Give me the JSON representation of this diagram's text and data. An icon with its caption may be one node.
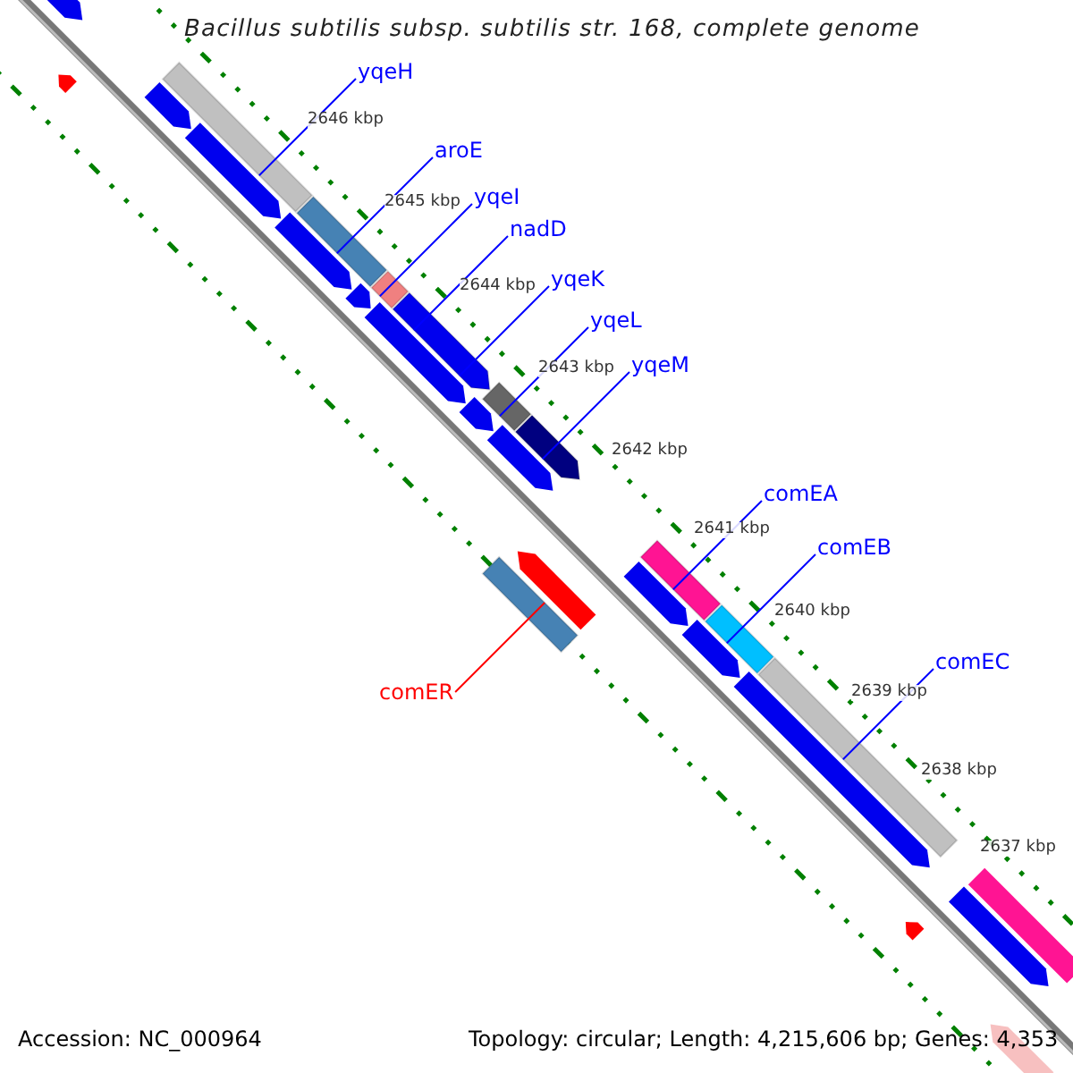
{
  "diagram": {
    "title": "Bacillus subtilis subsp. subtilis str. 168, complete genome",
    "nodes": [
      {
        "text": [
          "yqeH"
        ]
      },
      {
        "text": [],
        "shape": "bar"
      },
      {
        "text": [
          "aroE"
        ]
      },
      {
        "text": [],
        "shape": "bar"
      },
      {
        "text": [
          "yqeI"
        ]
      },
      {
        "text": [],
        "shape": "bar"
      },
      {
        "text": [
          "nadD"
        ]
      },
      {
        "text": [],
        "shape": "arrow"
      },
      {
        "text": [
          "yqeK"
        ]
      },
      {
        "text": [
          "yqeL"
        ]
      },
      {
        "text": [],
        "shape": "bar"
      },
      {
        "text": [
          "yqeM"
        ]
      },
      {
        "text": [],
        "shape": "arrow"
      },
      {
        "text": [
          "comEA"
        ]
      },
      {
        "text": [],
        "shape": "bar"
      },
      {
        "text": [
          "comEB"
        ]
      },
      {
        "text": [],
        "shape": "bar"
      },
      {
        "text": [
          "comEC"
        ]
      },
      {
        "text": [],
        "shape": "bar"
      },
      {
        "text": [
          "comER"
        ]
      },
      {
        "text": [],
        "shape": "bar"
      }
    ],
    "edges": [
      {
        "from": 0,
        "to": 1,
        "arrow": "none"
      },
      {
        "from": 2,
        "to": 3,
        "arrow": "none"
      },
      {
        "from": 4,
        "to": 5,
        "arrow": "none"
      },
      {
        "from": 6,
        "to": 7,
        "arrow": "none"
      },
      {
        "from": 8,
        "to": 7,
        "arrow": "none"
      },
      {
        "from": 9,
        "to": 10,
        "arrow": "none"
      },
      {
        "from": 11,
        "to": 12,
        "arrow": "none"
      },
      {
        "from": 13,
        "to": 14,
        "arrow": "none"
      },
      {
        "from": 15,
        "to": 16,
        "arrow": "none"
      },
      {
        "from": 17,
        "to": 18,
        "arrow": "none"
      },
      {
        "from": 19,
        "to": 20,
        "arrow": "none",
        "color": "#ff0000"
      }
    ],
    "labels": [
      "2646 kbp",
      "2645 kbp",
      "2644 kbp",
      "2643 kbp",
      "2642 kbp",
      "2641 kbp",
      "2640 kbp",
      "2639 kbp",
      "2638 kbp",
      "2637 kbp",
      "Accession: NC_000964",
      "Topology: circular; Length: 4,215,606 bp; Genes: 4,353"
    ]
  }
}
